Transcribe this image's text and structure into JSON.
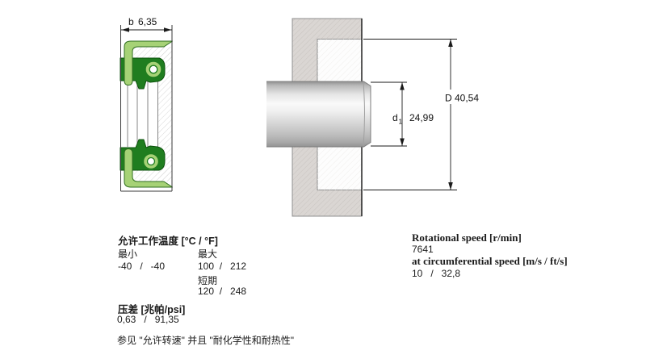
{
  "drawing": {
    "dim_b_label": "b",
    "dim_b_value": "6,35",
    "dim_d1_label": "d",
    "dim_d1_sub": "1",
    "dim_d1_value": "24,99",
    "dim_D_label": "D",
    "dim_D_value": "40,54"
  },
  "specs_left": {
    "temp_header": "允许工作温度 [°C / °F]",
    "min_label": "最小",
    "max_label": "最大",
    "min_value": "-40   /   -40",
    "max_value": "100  /   212",
    "short_term_label": "短期",
    "short_term_value": "120  /   248",
    "pressure_header": "压差 [兆帕/psi]",
    "pressure_value": "0,63   /   91,35",
    "note": "参见 \"允许转速\" 并且 \"耐化学性和耐热性\""
  },
  "specs_right": {
    "rotational_header": "Rotational speed [r/min]",
    "rotational_value": "7641",
    "circumferential_header": "at circumferential speed [m/s / ft/s]",
    "circumferential_value": "10   /   32,8"
  },
  "colors": {
    "seal_case_green": "#a6d276",
    "seal_rubber_green": "#1f7d1f",
    "housing_gray": "#dad6d3",
    "line_black": "#1a1a1a"
  }
}
